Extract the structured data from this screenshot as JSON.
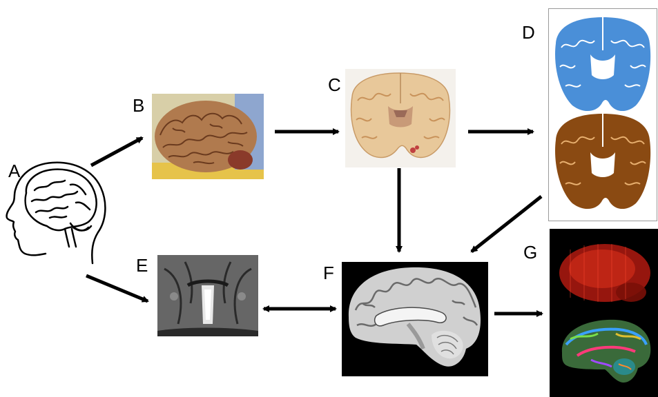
{
  "labels": {
    "a": "A",
    "b": "B",
    "c": "C",
    "d": "D",
    "e": "E",
    "f": "F",
    "g": "G"
  },
  "panels": {
    "a": {
      "icon": "head-brain-outline-icon"
    },
    "b": {
      "icon": "whole-brain-photo"
    },
    "c": {
      "icon": "coronal-slab-photo"
    },
    "d": {
      "icon": "histology-stained-sections"
    },
    "e": {
      "icon": "mri-axial-slice"
    },
    "f": {
      "icon": "mri-sagittal-slice"
    },
    "g": {
      "icon": "diffusion-tractography-images"
    }
  },
  "colors": {
    "arrow": "#000000",
    "brain_tissue": "#b07a4e",
    "coronal_slab": "#e8c89a",
    "blue_stain": "#4a8fd8",
    "brown_stain": "#8a4a12",
    "mri_dark": "#000000",
    "tract_red": "#b01a10"
  }
}
